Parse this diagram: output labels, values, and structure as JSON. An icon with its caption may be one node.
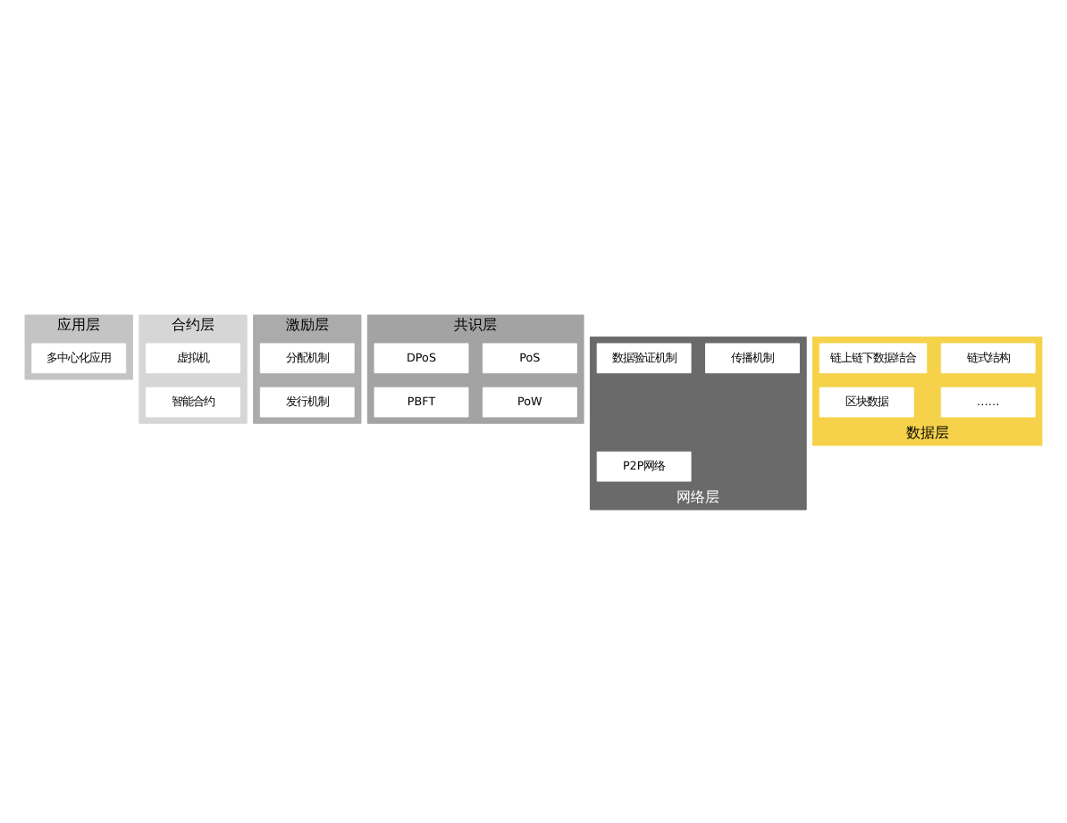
{
  "diagram": {
    "nodes": [
      {
        "text": [
          "应用层"
        ]
      },
      {
        "text": [
          "多中心化应用"
        ],
        "in": 0
      },
      {
        "text": [
          "合约层"
        ]
      },
      {
        "text": [
          "智能合约"
        ],
        "in": 2
      },
      {
        "text": [
          "虚拟机"
        ],
        "in": 2
      },
      {
        "text": [
          "激励层"
        ]
      },
      {
        "text": [
          "发行机制"
        ],
        "in": 5
      },
      {
        "text": [
          "分配机制"
        ],
        "in": 5
      },
      {
        "text": [
          "共识层"
        ]
      },
      {
        "text": [
          "PBFT"
        ],
        "in": 8
      },
      {
        "text": [
          "PoS"
        ],
        "in": 8
      },
      {
        "text": [
          "DPoS"
        ],
        "in": 8
      },
      {
        "text": [
          "PoW"
        ],
        "in": 8
      },
      {
        "text": [
          "网络层"
        ]
      },
      {
        "text": [
          "P2P网络"
        ],
        "in": 13
      },
      {
        "text": [
          "传播机制"
        ],
        "in": 13
      },
      {
        "text": [
          "数据验证机制"
        ],
        "in": 13
      },
      {
        "text": [
          "数据层"
        ]
      },
      {
        "text": [
          "区块数据"
        ],
        "in": 17
      },
      {
        "text": [
          "链式结构"
        ],
        "in": 17
      },
      {
        "text": [
          "链上链下数据结合"
        ],
        "in": 17
      },
      {
        "text": [
          "……"
        ],
        "in": 17
      }
    ]
  }
}
